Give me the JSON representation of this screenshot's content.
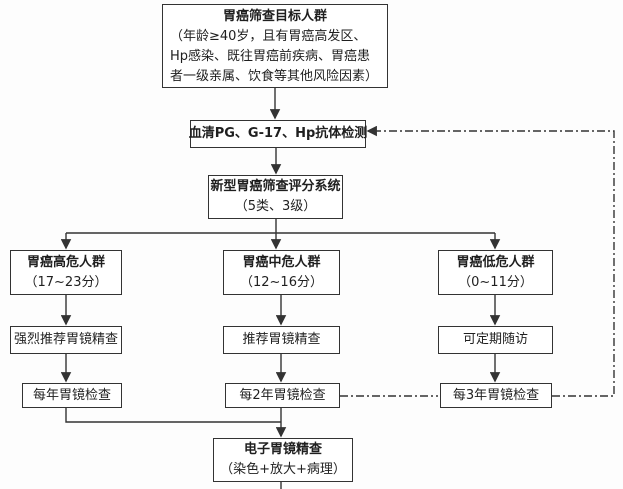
{
  "colors": {
    "line": "#333333",
    "box_border": "#333333",
    "box_background": "#ffffff",
    "page_background": "#fdfdfd",
    "text": "#1f1f1f"
  },
  "flowchart": {
    "target_population": {
      "title": "胃癌筛查目标人群",
      "description": "（年龄≥40岁，且有胃癌高发区、Hp感染、既往胃癌前疾病、胃癌患者一级亲属、饮食等其他风险因素）"
    },
    "serum_test": {
      "label": "血清PG、G-17、Hp抗体检测"
    },
    "scoring_system": {
      "title": "新型胃癌筛查评分系统",
      "subtitle": "（5类、3级）"
    },
    "high_risk": {
      "title": "胃癌高危人群",
      "score_range": "（17~23分）",
      "recommendation": "强烈推荐胃镜精查",
      "interval": "每年胃镜检查"
    },
    "medium_risk": {
      "title": "胃癌中危人群",
      "score_range": "（12~16分）",
      "recommendation": "推荐胃镜精查",
      "interval": "每2年胃镜检查"
    },
    "low_risk": {
      "title": "胃癌低危人群",
      "score_range": "（0~11分）",
      "recommendation": "可定期随访",
      "interval": "每3年胃镜检查"
    },
    "endoscopy": {
      "title": "电子胃镜精查",
      "subtitle": "（染色+放大+病理）"
    }
  }
}
